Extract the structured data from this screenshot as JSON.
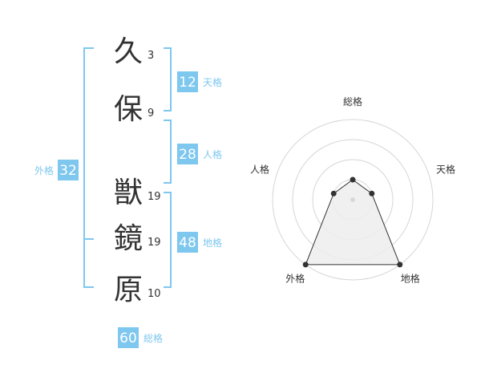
{
  "name": {
    "characters": [
      {
        "char": "久",
        "strokes": "3"
      },
      {
        "char": "保",
        "strokes": "9"
      },
      {
        "char": "獣",
        "strokes": "19"
      },
      {
        "char": "鏡",
        "strokes": "19"
      },
      {
        "char": "原",
        "strokes": "10"
      }
    ]
  },
  "fortunes": {
    "tenkaku": {
      "value": "12",
      "label": "天格"
    },
    "jinkaku": {
      "value": "28",
      "label": "人格"
    },
    "chikaku": {
      "value": "48",
      "label": "地格"
    },
    "gaikaku": {
      "value": "32",
      "label": "外格"
    },
    "soukaku": {
      "value": "60",
      "label": "総格"
    }
  },
  "radar": {
    "axis_labels": {
      "soukaku": "総格",
      "tenkaku": "天格",
      "chikaku": "地格",
      "gaikaku": "外格",
      "jinkaku": "人格"
    },
    "levels": 4
  },
  "chart_data": {
    "type": "radar",
    "categories": [
      "総格",
      "天格",
      "地格",
      "外格",
      "人格"
    ],
    "values": [
      1,
      1,
      4,
      4,
      1
    ],
    "range": [
      0,
      4
    ],
    "grid": true
  },
  "colors": {
    "accent": "#7ec7ef",
    "accent_text": "#ffffff",
    "label_text": "#7ec7ef",
    "char_text": "#333333",
    "stroke_text": "#333333",
    "grid": "#d6d6d6",
    "polygon_fill": "#ededed",
    "polygon_stroke": "#333333",
    "point": "#333333",
    "center_point": "#d8d8d8"
  }
}
